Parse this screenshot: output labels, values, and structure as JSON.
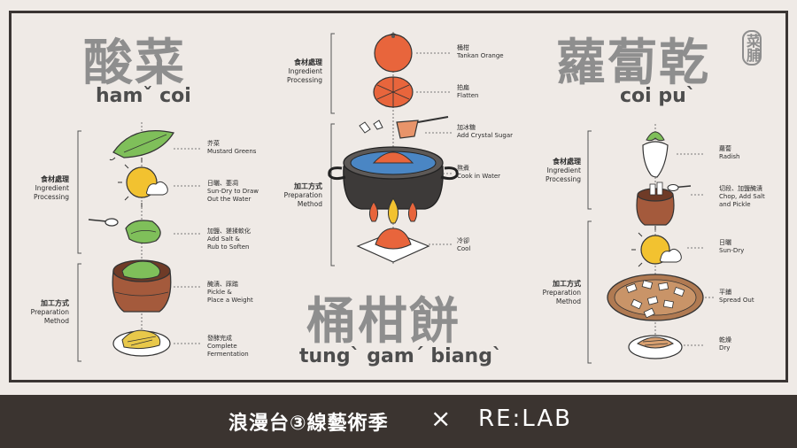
{
  "left": {
    "title": "酸菜",
    "romanization": "hamˇ coi",
    "sections": {
      "ingredient": {
        "zh": "食材處理",
        "en1": "Ingredient",
        "en2": "Processing"
      },
      "method": {
        "zh": "加工方式",
        "en1": "Preparation",
        "en2": "Method"
      }
    },
    "steps": [
      {
        "zh": "芥菜",
        "en1": "Mustard Greens",
        "en2": ""
      },
      {
        "zh": "日曬、萎凋",
        "en1": "Sun-Dry to Draw",
        "en2": "Out the Water"
      },
      {
        "zh": "加鹽、搓揉軟化",
        "en1": "Add Salt &",
        "en2": "Rub to Soften"
      },
      {
        "zh": "醃漬、踩踏",
        "en1": "Pickle &",
        "en2": "Place a Weight"
      },
      {
        "zh": "發酵完成",
        "en1": "Complete",
        "en2": "Fermentation"
      }
    ]
  },
  "middle": {
    "title": "桶柑餅",
    "romanization": "tungˋ gamˊ biangˋ",
    "sections": {
      "ingredient": {
        "zh": "食材處理",
        "en1": "Ingredient",
        "en2": "Processing"
      },
      "method": {
        "zh": "加工方式",
        "en1": "Preparation",
        "en2": "Method"
      }
    },
    "steps": [
      {
        "zh": "桶柑",
        "en1": "Tankan Orange",
        "en2": ""
      },
      {
        "zh": "拍扁",
        "en1": "Flatten",
        "en2": ""
      },
      {
        "zh": "加冰糖",
        "en1": "Add Crystal Sugar",
        "en2": ""
      },
      {
        "zh": "熬煮",
        "en1": "Cook in Water",
        "en2": ""
      },
      {
        "zh": "冷卻",
        "en1": "Cool",
        "en2": ""
      }
    ]
  },
  "right": {
    "title": "蘿蔔乾",
    "subtitle": "菜脯",
    "romanization": "coi puˋ",
    "sections": {
      "ingredient": {
        "zh": "食材處理",
        "en1": "Ingredient",
        "en2": "Processing"
      },
      "method": {
        "zh": "加工方式",
        "en1": "Preparation",
        "en2": "Method"
      }
    },
    "steps": [
      {
        "zh": "蘿蔔",
        "en1": "Radish",
        "en2": ""
      },
      {
        "zh": "切段、加鹽醃漬",
        "en1": "Chop, Add Salt",
        "en2": "and Pickle"
      },
      {
        "zh": "日曬",
        "en1": "Sun-Dry",
        "en2": ""
      },
      {
        "zh": "平鋪",
        "en1": "Spread Out",
        "en2": ""
      },
      {
        "zh": "乾燥",
        "en1": "Dry",
        "en2": ""
      }
    ]
  },
  "footer": {
    "festival": "浪漫台③線藝術季",
    "times": "×",
    "partner": "RE:LAB"
  },
  "colors": {
    "background": "#efeae6",
    "frame": "#3a3533",
    "title_gray": "#8e8e8e",
    "orange": "#e8653c",
    "footer": "#3b3430",
    "pot": "#3d3a39",
    "jar": "#a45a3c",
    "sun": "#f2c230",
    "leaf": "#7fbf5a"
  }
}
